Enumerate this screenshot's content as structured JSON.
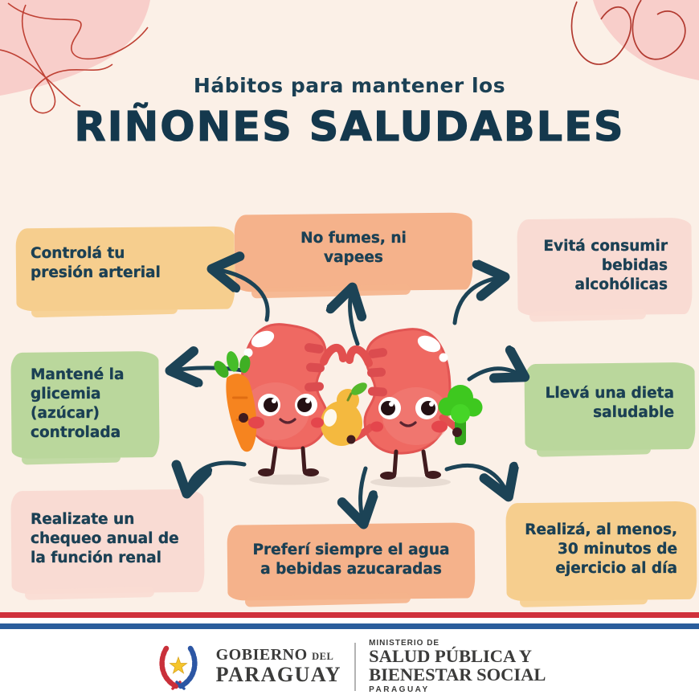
{
  "title": {
    "eyebrow": "Hábitos para mantener los",
    "main": "RIÑONES SALUDABLES"
  },
  "habits": [
    {
      "id": "presion-arterial",
      "text": "Controlá tu\npresión arterial",
      "highlight_color": "#F6CE8E"
    },
    {
      "id": "no-fumar-vapear",
      "text": "No fumes, ni\nvapees",
      "highlight_color": "#F5B28B"
    },
    {
      "id": "evitar-alcohol",
      "text": "Evitá consumir\nbebidas\nalcohólicas",
      "highlight_color": "#F9DBD3"
    },
    {
      "id": "glicemia-controlada",
      "text": "Mantené la\nglicemia\n(azúcar)\ncontrolada",
      "highlight_color": "#BAD79C"
    },
    {
      "id": "dieta-saludable",
      "text": "Llevá una dieta\nsaludable",
      "highlight_color": "#BAD79C"
    },
    {
      "id": "chequeo-anual",
      "text": "Realizate un\nchequeo anual de\nla función renal",
      "highlight_color": "#F9DBD3"
    },
    {
      "id": "preferir-agua",
      "text": "Preferí siempre el agua\na bebidas azucaradas",
      "highlight_color": "#F5B28B"
    },
    {
      "id": "ejercicio-diario",
      "text": "Realizá, al menos,\n30 minutos de\nejercicio al día",
      "highlight_color": "#F6CE8E"
    }
  ],
  "footer": {
    "government": {
      "gobierno": "GOBIERNO",
      "del": "DEL",
      "paraguay": "PARAGUAY"
    },
    "ministry": {
      "overline": "MINISTERIO DE",
      "line1": "SALUD PÚBLICA Y",
      "line2": "BIENESTAR SOCIAL",
      "country": "PARAGUAY"
    }
  },
  "colors": {
    "background": "#FBF0E7",
    "text_dark_teal": "#1B4054",
    "arrow": "#1C4356",
    "flag_red": "#D0313B",
    "flag_blue": "#2A5D9C",
    "corner_blob_pink": "#F8CECA",
    "scribble_red": "#BF4134",
    "kidney_body": "#EF6962",
    "brush_yellow": "#F6CE8E",
    "brush_salmon": "#F5B28B",
    "brush_pink": "#F9DBD3",
    "brush_green": "#BAD79C"
  }
}
